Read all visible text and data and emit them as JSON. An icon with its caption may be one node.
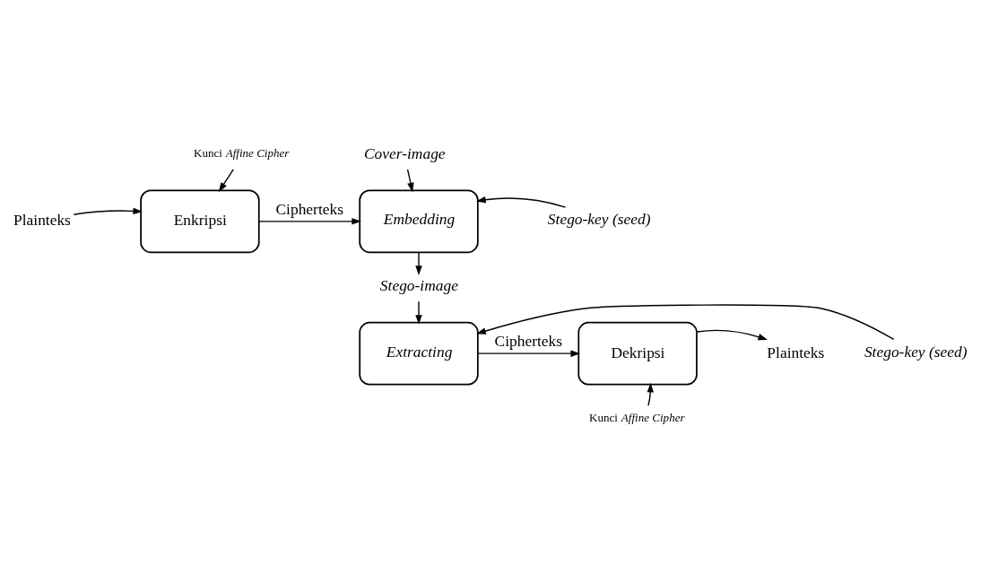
{
  "diagram": {
    "nodes": [
      {
        "text": [
          "Plainteks"
        ]
      },
      {
        "text": [
          "Kunci *Affine Cipher*"
        ]
      },
      {
        "text": [
          "Enkripsi"
        ]
      },
      {
        "text": [
          "Cover-image"
        ]
      },
      {
        "text": [
          "Embedding"
        ]
      },
      {
        "text": [
          "Stego-key (seed)"
        ]
      },
      {
        "text": [
          "Stego-image"
        ]
      },
      {
        "text": [
          "Extracting"
        ]
      },
      {
        "text": [
          "Stego-key (seed)"
        ]
      },
      {
        "text": [
          "Dekripsi"
        ]
      },
      {
        "text": [
          "Plainteks"
        ]
      },
      {
        "text": [
          "Kunci *Affine Cipher*"
        ]
      }
    ],
    "edges": [
      {
        "from": 0,
        "to": 2,
        "arrow": "to"
      },
      {
        "from": 1,
        "to": 2,
        "arrow": "to"
      },
      {
        "from": 2,
        "to": 4,
        "arrow": "to",
        "label": "Cipherteks"
      },
      {
        "from": 3,
        "to": 4,
        "arrow": "to"
      },
      {
        "from": 5,
        "to": 4,
        "arrow": "to"
      },
      {
        "from": 4,
        "to": 6,
        "arrow": "to"
      },
      {
        "from": 6,
        "to": 7,
        "arrow": "to"
      },
      {
        "from": 8,
        "to": 7,
        "arrow": "to"
      },
      {
        "from": 7,
        "to": 9,
        "arrow": "to",
        "label": "Cipherteks"
      },
      {
        "from": 9,
        "to": 10,
        "arrow": "to"
      },
      {
        "from": 11,
        "to": 9,
        "arrow": "to"
      }
    ]
  }
}
